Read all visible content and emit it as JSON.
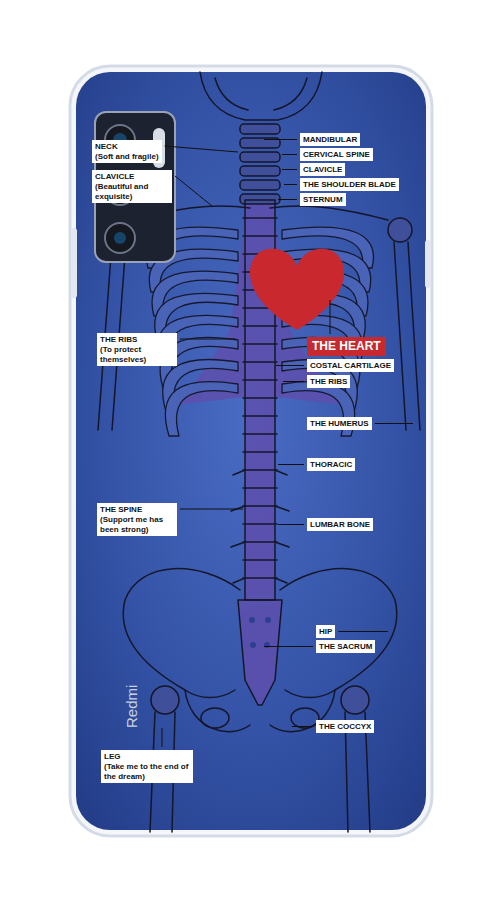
{
  "diagram": {
    "nodes": [
      {
        "text": [
          "MANDIBULAR"
        ]
      },
      {
        "text": [
          "NECK",
          "(Soft and fragile)"
        ]
      },
      {
        "text": [
          "CERVICAL SPINE"
        ]
      },
      {
        "text": [
          "CLAVICLE"
        ]
      },
      {
        "text": [
          "CLAVICLE",
          "(Beautiful and exquisite)"
        ]
      },
      {
        "text": [
          "THE SHOULDER BLADE"
        ]
      },
      {
        "text": [
          "STERNUM"
        ]
      },
      {
        "text": [
          "THE RIBS",
          "(To protect themselves)"
        ]
      },
      {
        "text": [
          "THE HEART"
        ]
      },
      {
        "text": [
          "COSTAL CARTILAGE"
        ]
      },
      {
        "text": [
          "THE RIBS"
        ]
      },
      {
        "text": [
          "THE HUMERUS"
        ]
      },
      {
        "text": [
          "THORACIC"
        ]
      },
      {
        "text": [
          "THE SPINE",
          "(Support me has been strong)"
        ]
      },
      {
        "text": [
          "LUMBAR BONE"
        ]
      },
      {
        "text": [
          "HIP"
        ]
      },
      {
        "text": [
          "THE SACRUM"
        ]
      },
      {
        "text": [
          "THE COCCYX"
        ]
      },
      {
        "text": [
          "LEG",
          "(Take me to the end of the dream)"
        ]
      }
    ],
    "labels": [
      "Redmi"
    ]
  }
}
